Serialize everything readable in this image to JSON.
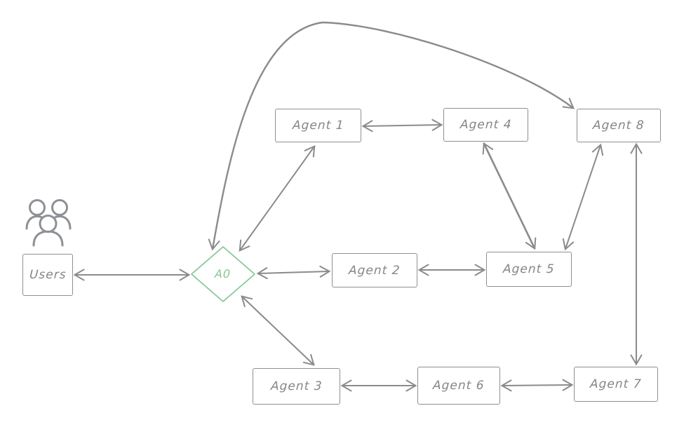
{
  "diagram": {
    "description": "Multi-agent orchestration diagram: users connect to coordinator A0 which links to a mesh of agents",
    "colors": {
      "background": "#ffffff",
      "stroke_gray": "#8b8b8b",
      "text_gray": "#868686",
      "accent_green": "#83c796"
    },
    "nodes": {
      "users": {
        "label": "Users",
        "shape": "rectangle"
      },
      "a0": {
        "label": "A0",
        "shape": "diamond",
        "color": "#83c796"
      },
      "agent1": {
        "label": "Agent 1",
        "shape": "rectangle"
      },
      "agent2": {
        "label": "Agent 2",
        "shape": "rectangle"
      },
      "agent3": {
        "label": "Agent 3",
        "shape": "rectangle"
      },
      "agent4": {
        "label": "Agent 4",
        "shape": "rectangle"
      },
      "agent5": {
        "label": "Agent 5",
        "shape": "rectangle"
      },
      "agent6": {
        "label": "Agent 6",
        "shape": "rectangle"
      },
      "agent7": {
        "label": "Agent 7",
        "shape": "rectangle"
      },
      "agent8": {
        "label": "Agent 8",
        "shape": "rectangle"
      }
    },
    "edges": [
      {
        "from": "users",
        "to": "a0",
        "bidirectional": true,
        "style": "straight"
      },
      {
        "from": "a0",
        "to": "agent8",
        "bidirectional": true,
        "style": "curved-over-top"
      },
      {
        "from": "a0",
        "to": "agent1",
        "bidirectional": true,
        "style": "straight"
      },
      {
        "from": "a0",
        "to": "agent2",
        "bidirectional": true,
        "style": "straight"
      },
      {
        "from": "a0",
        "to": "agent3",
        "bidirectional": true,
        "style": "straight"
      },
      {
        "from": "agent1",
        "to": "agent4",
        "bidirectional": true,
        "style": "straight"
      },
      {
        "from": "agent4",
        "to": "agent5",
        "bidirectional": true,
        "style": "straight"
      },
      {
        "from": "agent2",
        "to": "agent5",
        "bidirectional": true,
        "style": "straight"
      },
      {
        "from": "agent5",
        "to": "agent8",
        "bidirectional": true,
        "style": "straight"
      },
      {
        "from": "agent8",
        "to": "agent7",
        "bidirectional": true,
        "style": "straight"
      },
      {
        "from": "agent3",
        "to": "agent6",
        "bidirectional": true,
        "style": "straight"
      },
      {
        "from": "agent6",
        "to": "agent7",
        "bidirectional": true,
        "style": "straight"
      }
    ]
  }
}
